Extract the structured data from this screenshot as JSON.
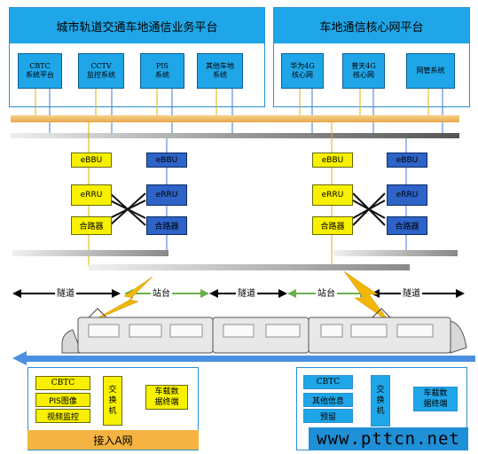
{
  "top_panels": {
    "left": {
      "title": "城市轨道交通车地通信业务平台",
      "systems": [
        "CBTC\n系统平台",
        "CCTV\n监控系统",
        "PIS\n系统",
        "其他车地\n系统"
      ]
    },
    "right": {
      "title": "车地通信核心网平台",
      "systems": [
        "华为4G\n核心网",
        "普天4G\n核心网",
        "网管系统"
      ]
    }
  },
  "units": {
    "ebbu": "eBBU",
    "erru": "eRRU",
    "combiner": "合路器"
  },
  "track": {
    "segments": [
      "隧道",
      "站台",
      "隧道",
      "站台",
      "隧道"
    ]
  },
  "onboard": {
    "a": {
      "items": [
        "CBTC",
        "PIS图像",
        "视频监控"
      ],
      "switch": "交\n换\n机",
      "terminal": "车载数\n据终端",
      "footer": "接入A网"
    },
    "b": {
      "items": [
        "CBTC",
        "其他信息",
        "预留"
      ],
      "switch": "交\n换\n机",
      "terminal": "车载数\n据终端"
    }
  },
  "watermark": "www.pttcn.net",
  "colors": {
    "panel_blue": "#1fa6e8",
    "unit_yellow": "#f7f000",
    "unit_blue": "#2e63c7",
    "ground_bar": "#f5c060",
    "lightning": "#f2b705"
  }
}
